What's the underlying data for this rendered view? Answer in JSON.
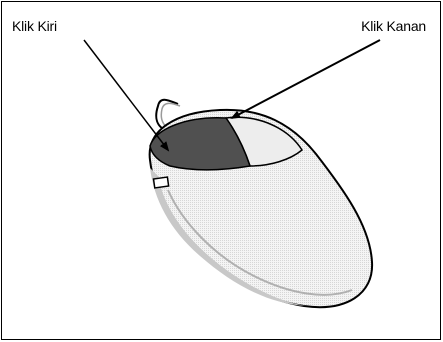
{
  "labels": {
    "left_click": "Klik Kiri",
    "right_click": "Klik Kanan"
  },
  "illustration": {
    "subject": "computer-mouse",
    "highlighted_part": "left-button",
    "colors": {
      "outline": "#000000",
      "body": "#f2f2f2",
      "shading": "#c8c8c8",
      "highlight": "#505050"
    }
  }
}
